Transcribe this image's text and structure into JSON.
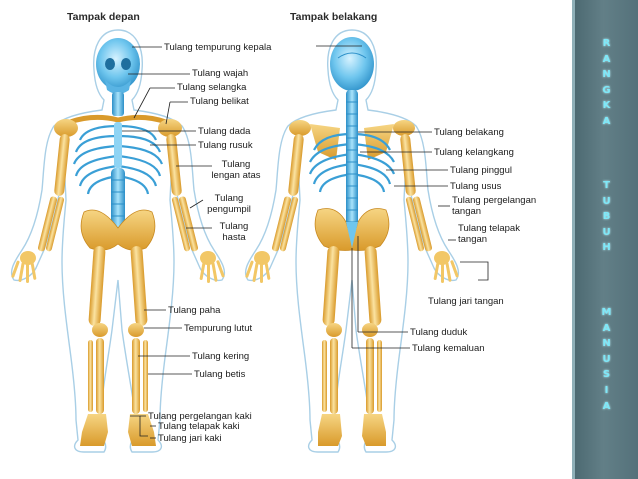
{
  "front_title": "Tampak depan",
  "back_title": "Tampak belakang",
  "side_title": {
    "words": [
      "RANGKA",
      "TUBUH",
      "MANUSIA"
    ]
  },
  "front_labels": {
    "tempurung_kepala": "Tulang tempurung kepala",
    "wajah": "Tulang wajah",
    "selangka": "Tulang selangka",
    "belikat": "Tulang belikat",
    "dada": "Tulang dada",
    "rusuk": "Tulang rusuk",
    "lengan_atas": "Tulang\nlengan atas",
    "pengumpil": "Tulang\npengumpil",
    "hasta": "Tulang\nhasta",
    "paha": "Tulang paha",
    "tempurung_lutut": "Tempurung lutut",
    "kering": "Tulang kering",
    "betis": "Tulang betis",
    "pergelangan_kaki": "Tulang pergelangan kaki",
    "telapak_kaki": "Tulang telapak kaki",
    "jari_kaki": "Tulang jari kaki"
  },
  "back_labels": {
    "belakang": "Tulang belakang",
    "kelangkang": "Tulang kelangkang",
    "pinggul": "Tulang pinggul",
    "usus": "Tulang usus",
    "pergelangan_tangan": "Tulang pergelangan\ntangan",
    "telapak_tangan": "Tulang telapak\ntangan",
    "jari_tangan": "Tulang jari tangan",
    "duduk": "Tulang duduk",
    "kemaluan": "Tulang kemaluan"
  },
  "colors": {
    "bone": "#f2c766",
    "bone_dark": "#d99a2b",
    "skull_spine": "#6fc6ee",
    "skull_spine_dark": "#2b8fc8",
    "body_outline": "#a9cfe6",
    "leader_line": "#222222",
    "side_panel": "#5a777f",
    "side_letters": "#7ee8f8"
  }
}
